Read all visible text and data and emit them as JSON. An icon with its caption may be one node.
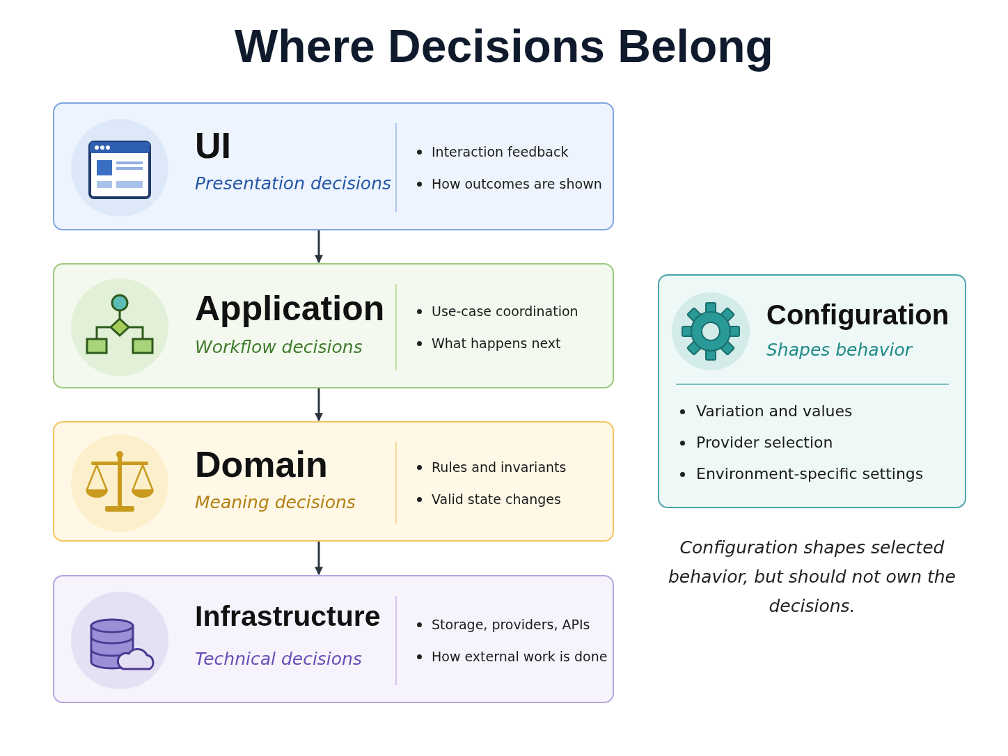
{
  "diagram": {
    "title": "Where Decisions Belong",
    "nodes": [
      {
        "text": [
          "UI",
          "Presentation decisions",
          "Interaction feedback",
          "How outcomes are shown"
        ]
      },
      {
        "text": [
          "Application",
          "Workflow decisions",
          "Use-case coordination",
          "What happens next"
        ]
      },
      {
        "text": [
          "Domain",
          "Meaning decisions",
          "Rules and invariants",
          "Valid state changes"
        ]
      },
      {
        "text": [
          "Infrastructure",
          "Technical decisions",
          "Storage, providers, APIs",
          "How external work is done"
        ]
      },
      {
        "text": [
          "Configuration",
          "Shapes behavior",
          "Variation and values",
          "Provider selection",
          "Environment-specific settings"
        ],
        "beside": [
          "Configuration shapes selected behavior, but should not own the decisions."
        ]
      }
    ],
    "edges": [
      {
        "from": 0,
        "to": 1,
        "arrow": "to"
      },
      {
        "from": 1,
        "to": 2,
        "arrow": "to"
      },
      {
        "from": 2,
        "to": 3,
        "arrow": "to"
      }
    ]
  }
}
